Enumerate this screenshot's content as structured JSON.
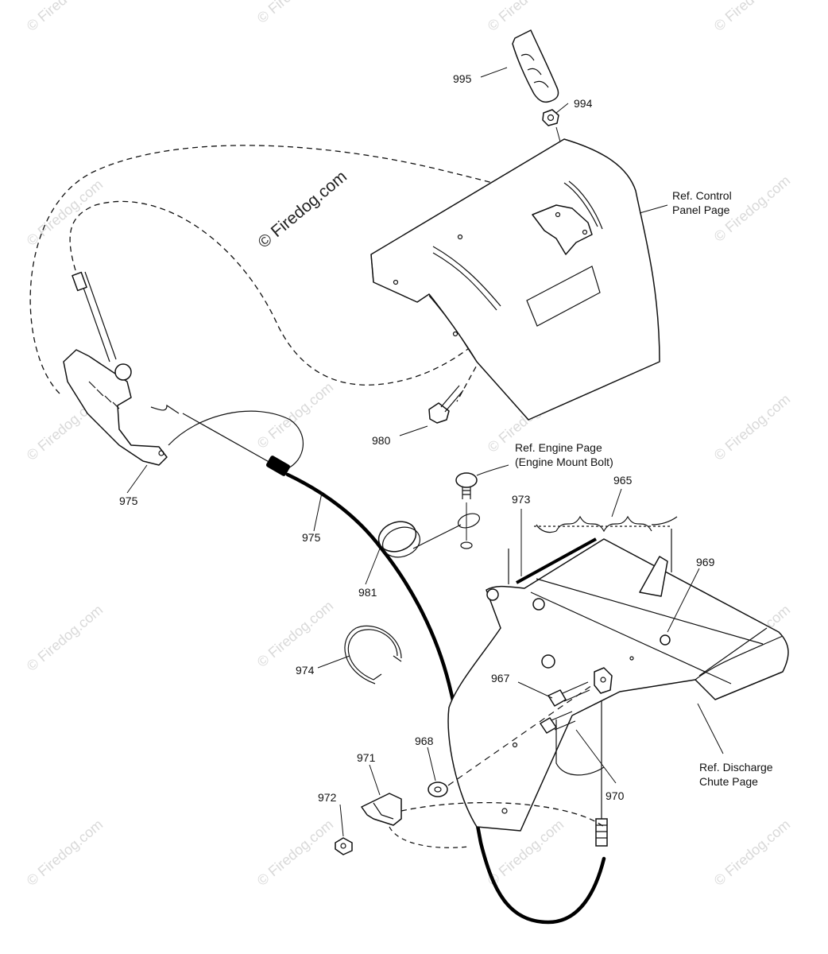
{
  "callouts": {
    "c995": "995",
    "c994": "994",
    "c980": "980",
    "c975_bracket": "975",
    "c975_cable": "975",
    "c981": "981",
    "c965": "965",
    "c973": "973",
    "c969": "969",
    "c974": "974",
    "c967": "967",
    "c968": "968",
    "c971": "971",
    "c970": "970",
    "c972": "972"
  },
  "references": {
    "control_panel_line1": "Ref. Control",
    "control_panel_line2": "Panel Page",
    "engine_line1": "Ref. Engine Page",
    "engine_line2": "(Engine Mount Bolt)",
    "discharge_line1": "Ref. Discharge",
    "discharge_line2": "Chute Page"
  },
  "watermark": {
    "center": "© Firedog.com",
    "repeat": "© Firedog.com"
  },
  "colors": {
    "line": "#111111",
    "watermark": "#d9d9d9"
  }
}
